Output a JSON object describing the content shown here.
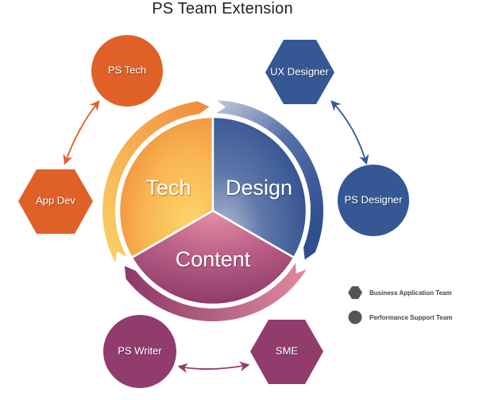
{
  "title": "PS Team Extension",
  "core": {
    "segments": [
      {
        "label": "Tech",
        "color": "#f5a04a"
      },
      {
        "label": "Design",
        "color": "#3a5a9a"
      },
      {
        "label": "Content",
        "color": "#a04a7a"
      }
    ]
  },
  "nodes": [
    {
      "label": "PS Tech",
      "shape": "circle",
      "team": "Performance Support Team",
      "color": "#df6127"
    },
    {
      "label": "App Dev",
      "shape": "hexagon",
      "team": "Business Application Team",
      "color": "#df6127"
    },
    {
      "label": "UX Designer",
      "shape": "hexagon",
      "team": "Business Application Team",
      "color": "#355894"
    },
    {
      "label": "PS Designer",
      "shape": "circle",
      "team": "Performance Support Team",
      "color": "#355894"
    },
    {
      "label": "PS Writer",
      "shape": "circle",
      "team": "Performance Support Team",
      "color": "#913c6c"
    },
    {
      "label": "SME",
      "shape": "hexagon",
      "team": "Business Application Team",
      "color": "#913c6c"
    }
  ],
  "connections": [
    {
      "from": "PS Tech",
      "to": "App Dev"
    },
    {
      "from": "UX Designer",
      "to": "PS Designer"
    },
    {
      "from": "PS Writer",
      "to": "SME"
    }
  ],
  "legend": {
    "items": [
      {
        "shape": "hexagon",
        "label": "Business Application Team"
      },
      {
        "shape": "circle",
        "label": "Performance Support Team"
      }
    ],
    "color": "#555555"
  }
}
